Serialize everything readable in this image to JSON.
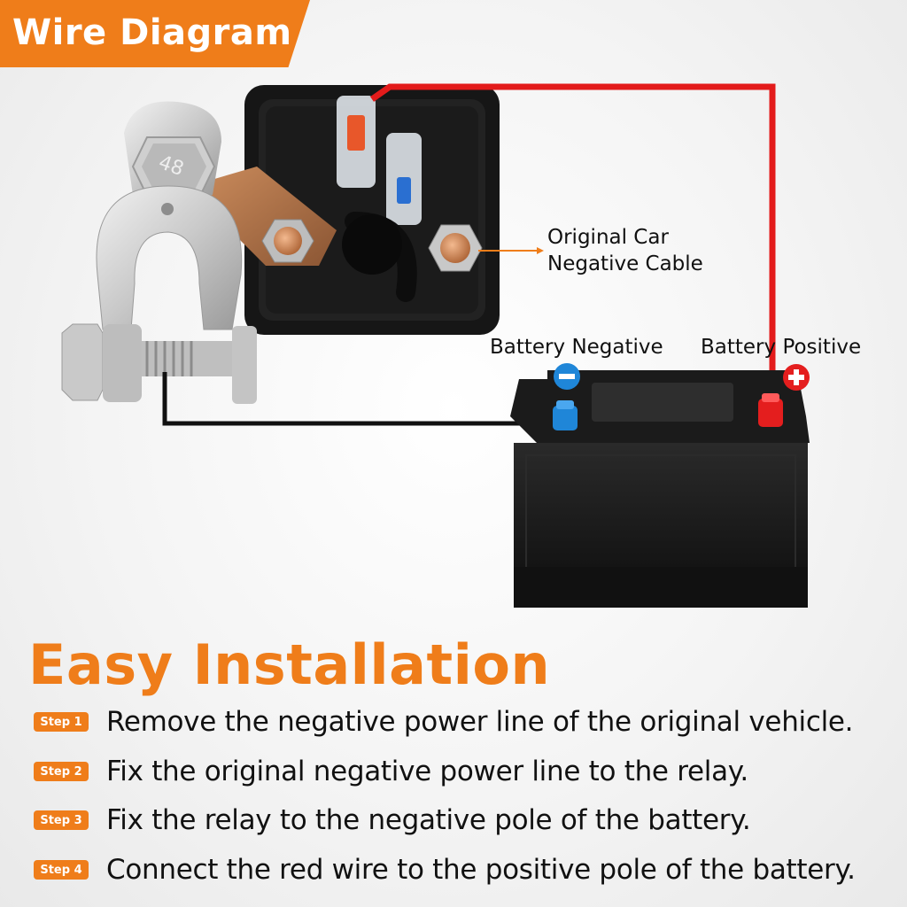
{
  "title": "Wire Diagram",
  "labels": {
    "original_cable": [
      "Original Car",
      "Negative Cable"
    ],
    "battery_negative": "Battery Negative",
    "battery_positive": "Battery Positive",
    "terminal_number": "48"
  },
  "heading": "Easy Installation",
  "steps": [
    {
      "badge": "Step 1",
      "text": "Remove the negative power line of the original vehicle."
    },
    {
      "badge": "Step 2",
      "text": "Fix the original negative power line to the relay."
    },
    {
      "badge": "Step 3",
      "text": "Fix the relay to the negative pole of the battery."
    },
    {
      "badge": "Step 4",
      "text": "Connect the red wire to the positive pole of the battery."
    }
  ],
  "colors": {
    "accent": "#ef7d1a",
    "red_wire": "#e31b1b",
    "black_wire": "#111111",
    "negative_blue": "#1f86d8",
    "positive_red": "#e41e1e"
  },
  "icons": [
    "minus-icon",
    "plus-icon"
  ]
}
